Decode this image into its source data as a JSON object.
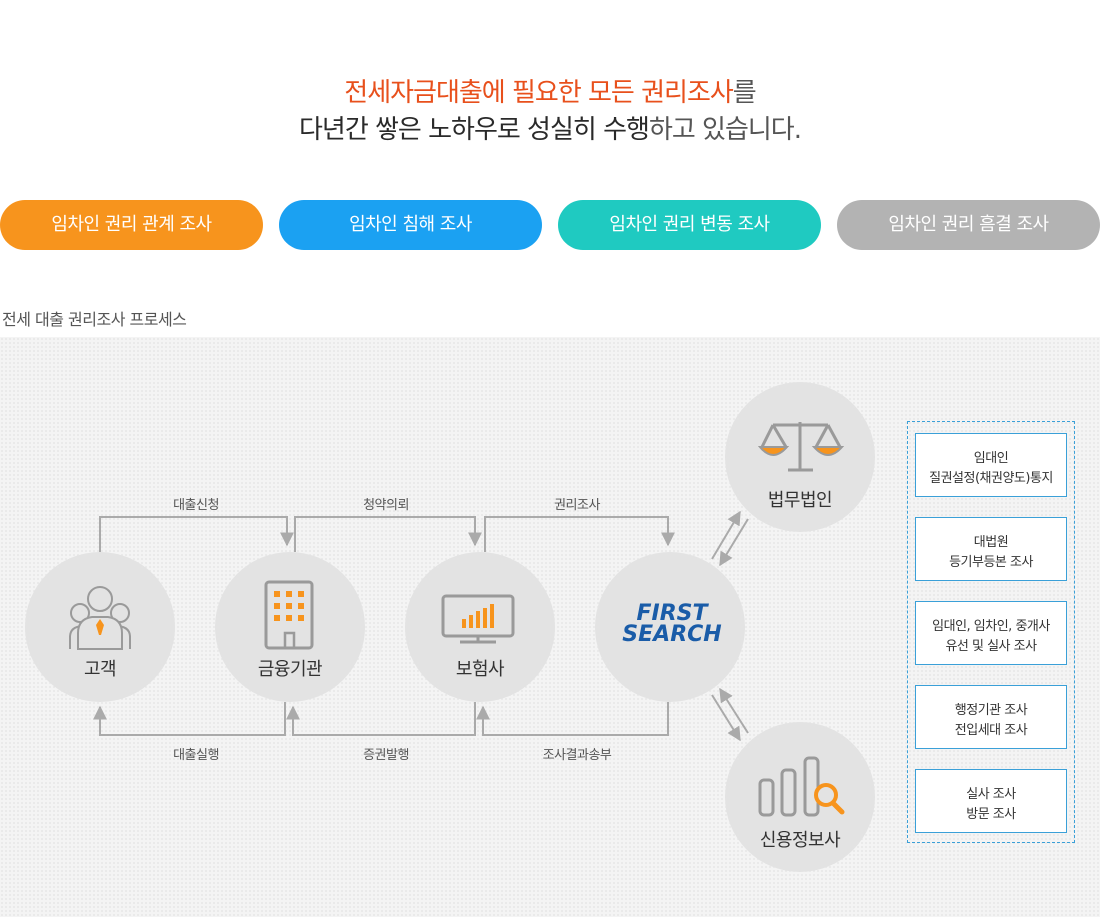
{
  "headline": {
    "line1_highlight": "전세자금대출에 필요한 모든 권리조사",
    "line1_rest": "를",
    "line2_bold": "다년간 쌓은 노하우로 성실히 수행",
    "line2_rest": "하고 있습니다."
  },
  "pills": [
    {
      "label": "임차인 권리 관계 조사",
      "color": "#f7941d"
    },
    {
      "label": "임차인 침해 조사",
      "color": "#1ba1f2"
    },
    {
      "label": "임차인 권리 변동 조사",
      "color": "#1fcac1"
    },
    {
      "label": "임차인 권리 흠결 조사",
      "color": "#b3b3b3"
    }
  ],
  "section_title": "전세 대출 권리조사 프로세스",
  "nodes": {
    "customer": "고객",
    "finance": "금융기관",
    "insurance": "보험사",
    "logo_line1": "FIRST",
    "logo_line2": "SEARCH",
    "law": "법무법인",
    "credit": "신용정보사"
  },
  "flows": {
    "top1": "대출신청",
    "top2": "청약의뢰",
    "top3": "권리조사",
    "bottom1": "대출실행",
    "bottom2": "증권발행",
    "bottom3": "조사결과송부"
  },
  "side_boxes": [
    {
      "title": "임대인",
      "desc": "질권설정(채권양도)통지"
    },
    {
      "title": "대법원",
      "desc": "등기부등본 조사"
    },
    {
      "title": "임대인, 임차인, 중개사",
      "desc": "유선 및 실사 조사"
    },
    {
      "title": "행정기관 조사",
      "desc": "전입세대 조사"
    },
    {
      "title": "실사 조사",
      "desc": "방문 조사"
    }
  ],
  "colors": {
    "accent_orange": "#f7941d",
    "logo_blue": "#1a5ca8",
    "circle_gray": "#e3e3e3",
    "icon_gray": "#9a9a9a",
    "panel_blue": "#3aa0d8"
  }
}
